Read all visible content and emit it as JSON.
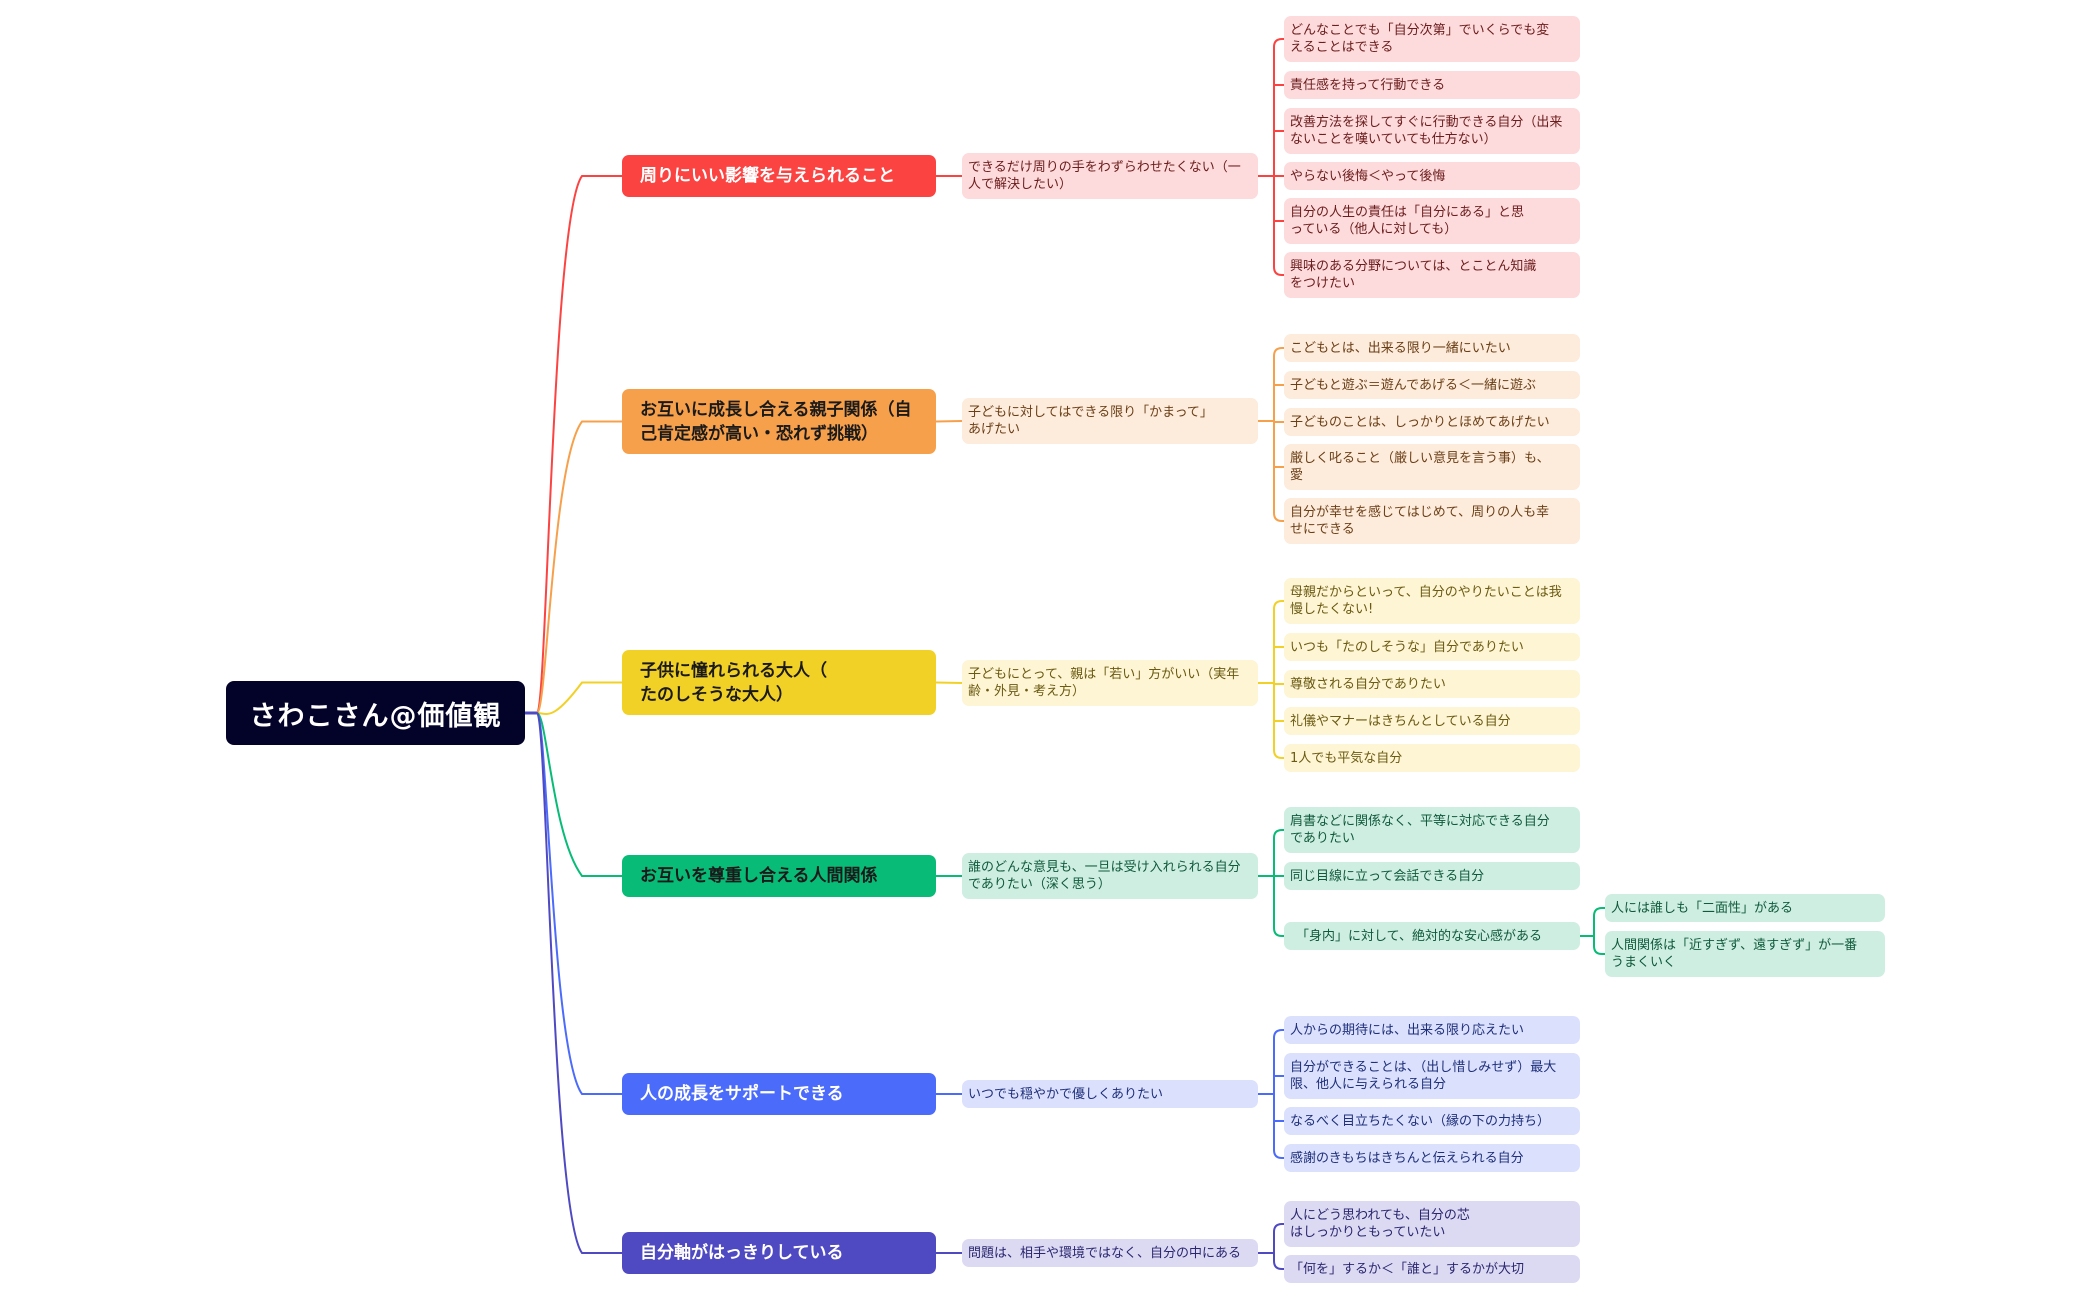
{
  "root": {
    "label": "さわこさん@価値観",
    "color": "#03032a"
  },
  "branches": [
    {
      "label": "周りにいい影響を与えられること",
      "color": "#fb4442",
      "text_color": "#ffffff",
      "light": "#fddadb",
      "dark_text": "#6b1c1c",
      "value": "できるだけ周りの手をわずらわせたくない（一\n人で解決したい）",
      "items": [
        "どんなことでも「自分次第」でいくらでも変\nえることはできる",
        "責任感を持って行動できる",
        "改善方法を探してすぐに行動できる自分（出来\nないことを嘆いていても仕方ない）",
        "やらない後悔＜やって後悔",
        "自分の人生の責任は「自分にある」と思\nっている（他人に対しても）",
        "興味のある分野については、とことん知識\nをつけたい"
      ]
    },
    {
      "label": "お互いに成長し合える親子関係（自\n己肯定感が高い・恐れず挑戦）",
      "color": "#f7a04b",
      "text_color": "#1a1a1a",
      "light": "#fdebdc",
      "dark_text": "#6b3f16",
      "value": "子どもに対してはできる限り「かまって」\nあげたい",
      "items": [
        "こどもとは、出来る限り一緒にいたい",
        "子どもと遊ぶ＝遊んであげる＜一緒に遊ぶ",
        "子どものことは、しっかりとほめてあげたい",
        "厳しく叱ること（厳しい意見を言う事）も、\n愛",
        "自分が幸せを感じてはじめて、周りの人も幸\nせにできる"
      ]
    },
    {
      "label": "子供に憧れられる大人（\nたのしそうな大人）",
      "color": "#f2d126",
      "text_color": "#1a1a1a",
      "light": "#fdf5d3",
      "dark_text": "#6b5a12",
      "value": "子どもにとって、親は「若い」方がいい（実年\n齢・外見・考え方）",
      "items": [
        "母親だからといって、自分のやりたいことは我\n慢したくない!",
        "いつも「たのしそうな」自分でありたい",
        "尊敬される自分でありたい",
        "礼儀やマナーはきちんとしている自分",
        "1人でも平気な自分"
      ]
    },
    {
      "label": "お互いを尊重し合える人間関係",
      "color": "#08bc77",
      "text_color": "#1a1a1a",
      "light": "#cfeee2",
      "dark_text": "#0f5a3c",
      "value": "誰のどんな意見も、一旦は受け入れられる自分\nでありたい（深く思う）",
      "items": [
        "肩書などに関係なく、平等に対応できる自分\nでありたい",
        "同じ目線に立って会話できる自分",
        "「身内」に対して、絶対的な安心感がある"
      ],
      "sub_items": [
        "人には誰しも「二面性」がある",
        "人間関係は「近すぎず、遠すぎず」が一番\nうまくいく"
      ]
    },
    {
      "label": "人の成長をサポートできる",
      "color": "#4b6bfb",
      "text_color": "#ffffff",
      "light": "#dbe1fd",
      "dark_text": "#1f2f7a",
      "value": "いつでも穏やかで優しくありたい",
      "items": [
        "人からの期待には、出来る限り応えたい",
        "自分ができることは、（出し惜しみせず）最大\n限、他人に与えられる自分",
        "なるべく目立ちたくない（縁の下の力持ち）",
        "感謝のきもちはきちんと伝えられる自分"
      ]
    },
    {
      "label": "自分軸がはっきりしている",
      "color": "#4f49c2",
      "text_color": "#ffffff",
      "light": "#dcdaf2",
      "dark_text": "#2a2670",
      "value": "問題は、相手や環境ではなく、自分の中にある",
      "items": [
        "人にどう思われても、自分の芯\nはしっかりともっていたい",
        "「何を」するか＜「誰と」するかが大切"
      ]
    }
  ]
}
